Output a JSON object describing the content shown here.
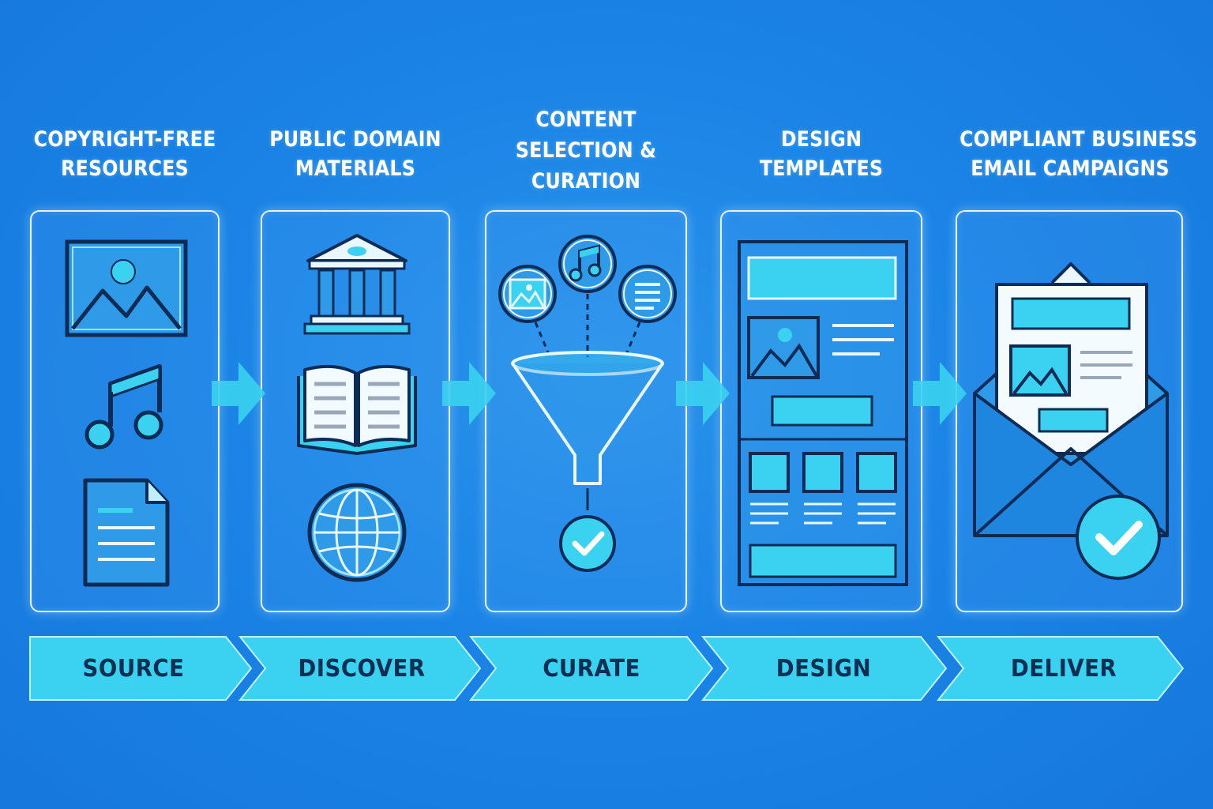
{
  "steps": [
    {
      "title_line1": "COPYRIGHT-FREE",
      "title_line2": "RESOURCES",
      "stage": "SOURCE"
    },
    {
      "title_line1": "PUBLIC DOMAIN",
      "title_line2": "MATERIALS",
      "stage": "DISCOVER"
    },
    {
      "title_line1": "CONTENT",
      "title_line2": "SELECTION &",
      "title_line3": "CURATION",
      "stage": "CURATE"
    },
    {
      "title_line1": "DESIGN",
      "title_line2": "TEMPLATES",
      "stage": "DESIGN"
    },
    {
      "title_line1": "COMPLIANT BUSINESS",
      "title_line2": "EMAIL CAMPAIGNS",
      "stage": "DELIVER"
    }
  ],
  "colors": {
    "background": "#1b84e6",
    "accent": "#3ad2f0",
    "outline": "#0d2c55",
    "panel_border": "#e6f3ff",
    "label_text": "#0b2e52"
  },
  "icons": {
    "step1": [
      "image-icon",
      "music-note-icon",
      "document-icon"
    ],
    "step2": [
      "museum-icon",
      "open-book-icon",
      "globe-icon"
    ],
    "step3": [
      "image-icon",
      "music-note-icon",
      "document-icon",
      "funnel-icon",
      "check-circle-icon"
    ],
    "step4": [
      "email-template-icon"
    ],
    "step5": [
      "envelope-icon",
      "check-circle-icon"
    ]
  }
}
